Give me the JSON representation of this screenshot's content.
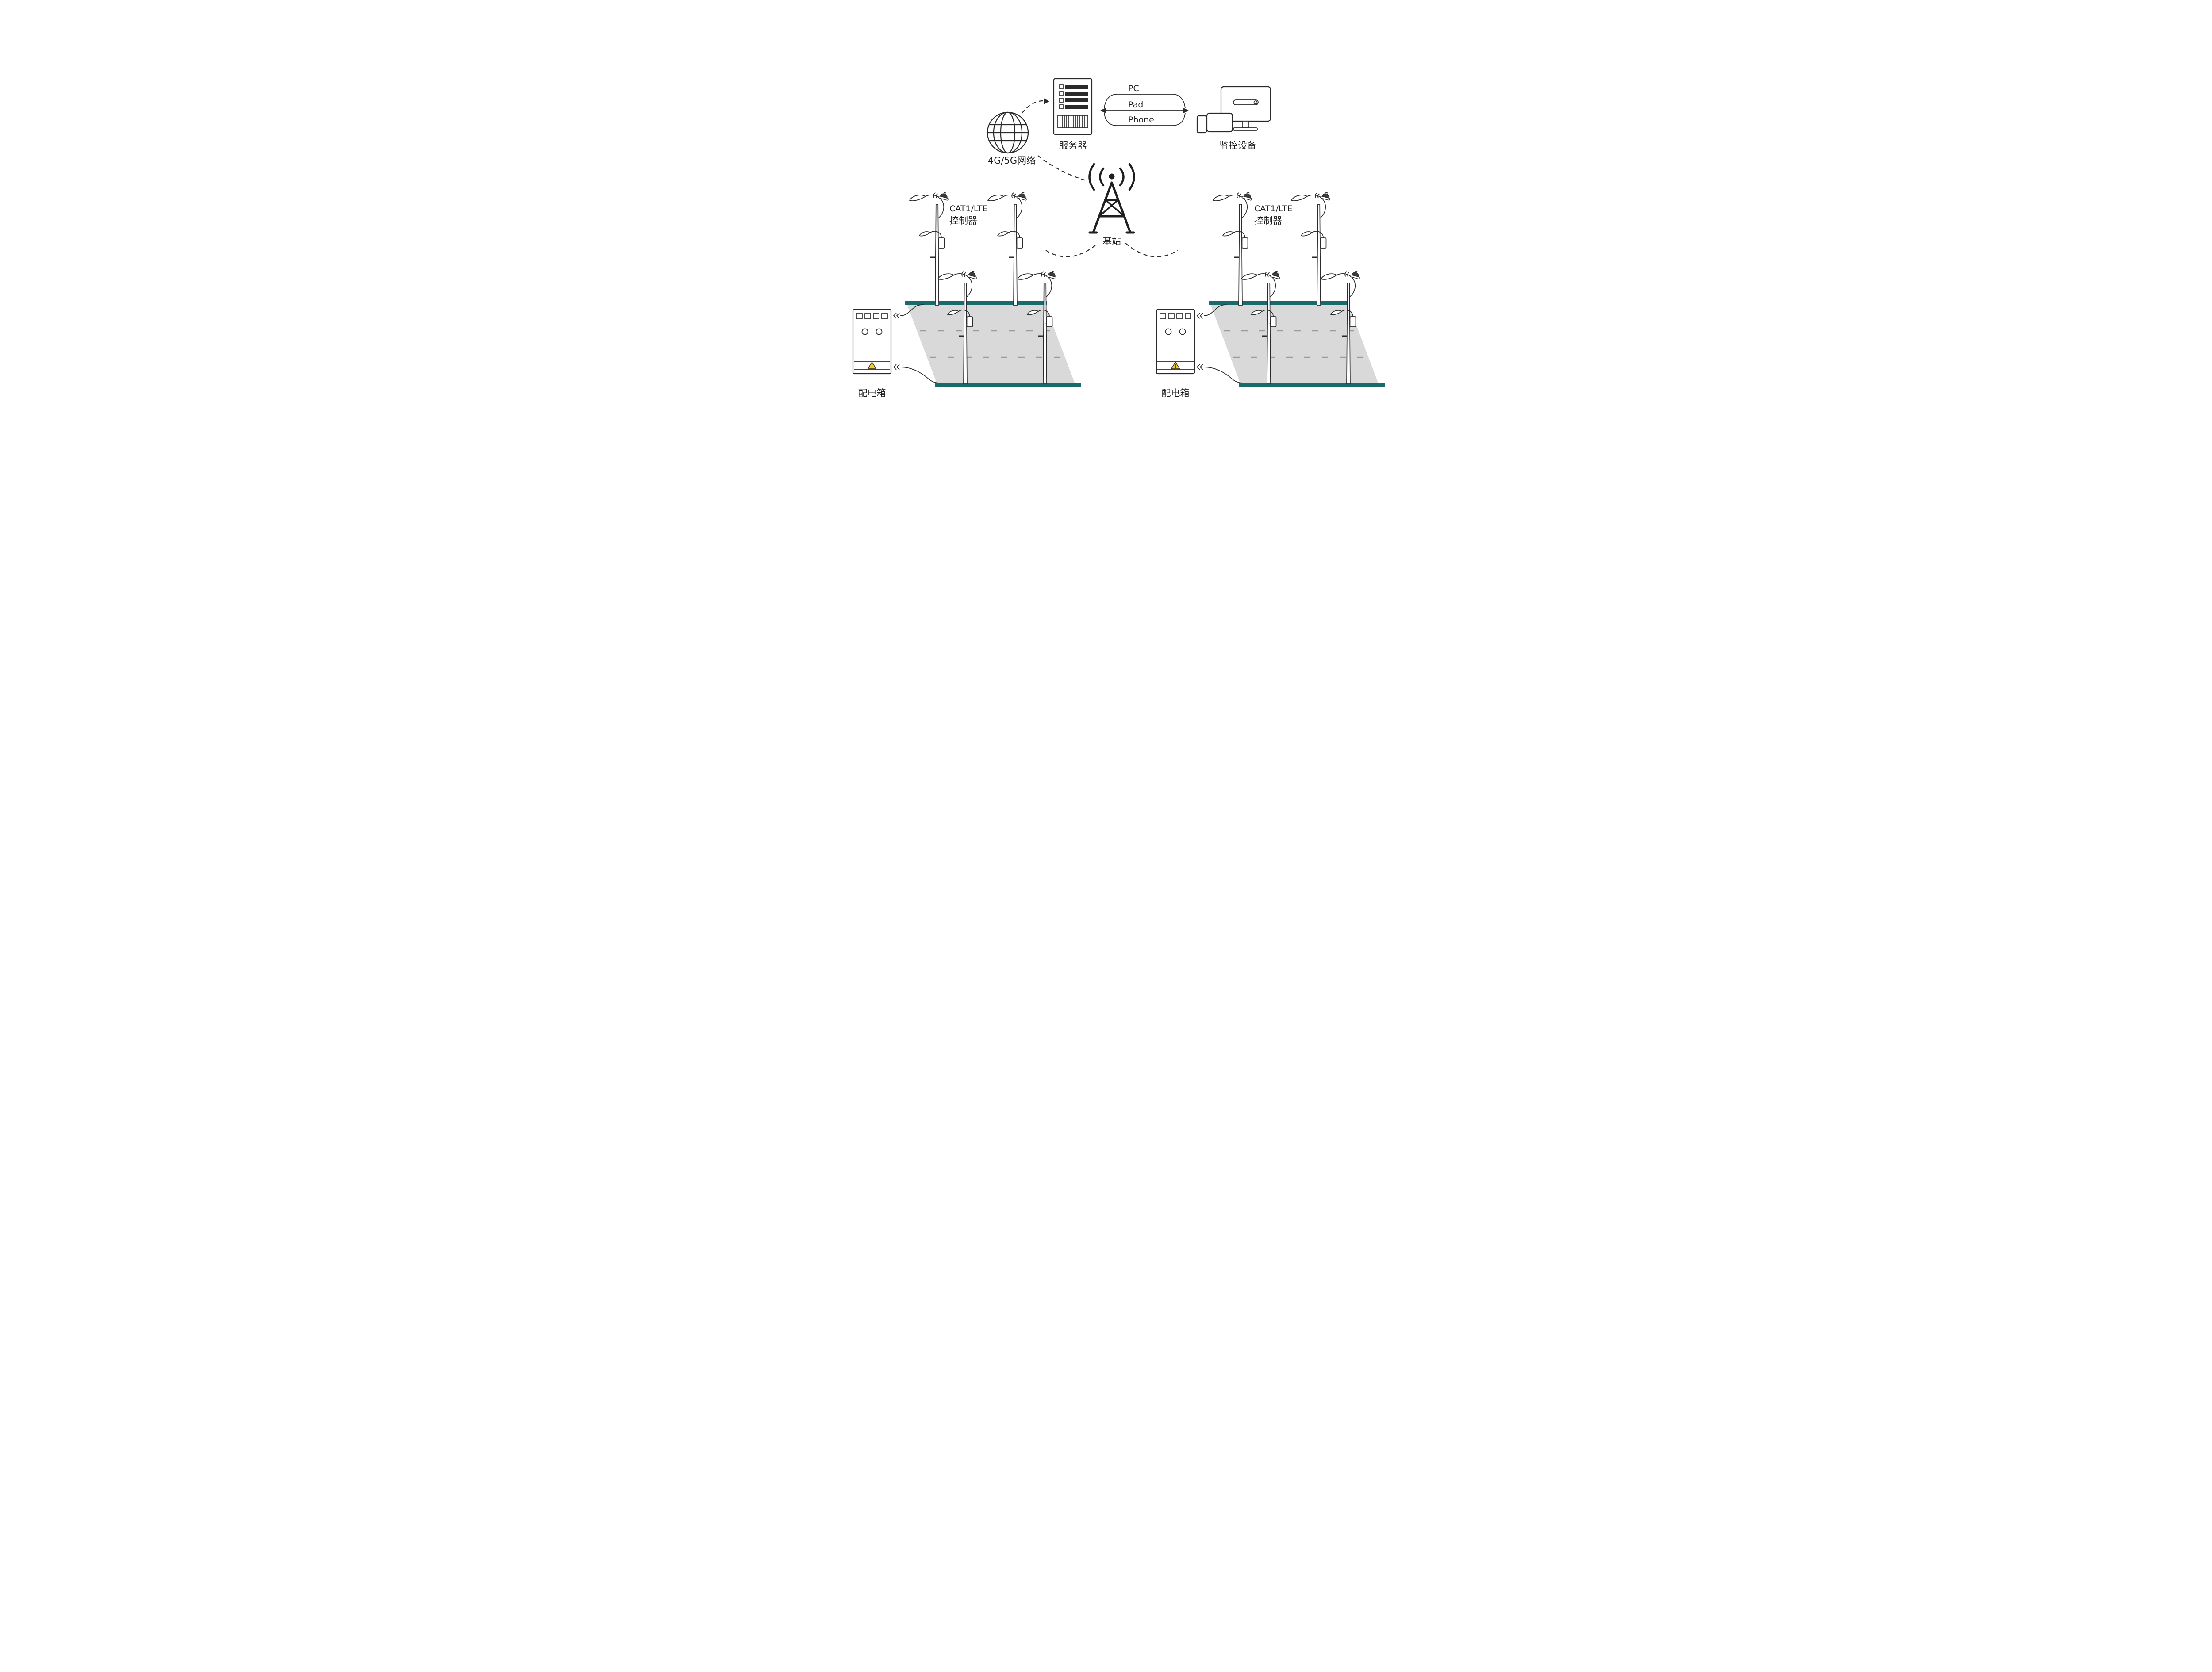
{
  "diagram": {
    "network_label": "4G/5G网络",
    "server_label": "服务器",
    "client_pc": "PC",
    "client_pad": "Pad",
    "client_phone": "Phone",
    "monitor_label": "监控设备",
    "base_station_label": "基站",
    "left": {
      "controller_line1": "CAT1/LTE",
      "controller_line2": "控制器",
      "distribution_label": "配电箱"
    },
    "right": {
      "controller_line1": "CAT1/LTE",
      "controller_line2": "控制器",
      "distribution_label": "配电箱"
    }
  },
  "colors": {
    "line": "#2a2a2a",
    "road_fill": "#d9d9d9",
    "road_edge_teal": "#186a6b",
    "lane_dash": "#9b9b9b",
    "warning_yellow": "#f6cf1b",
    "background": "#ffffff"
  }
}
